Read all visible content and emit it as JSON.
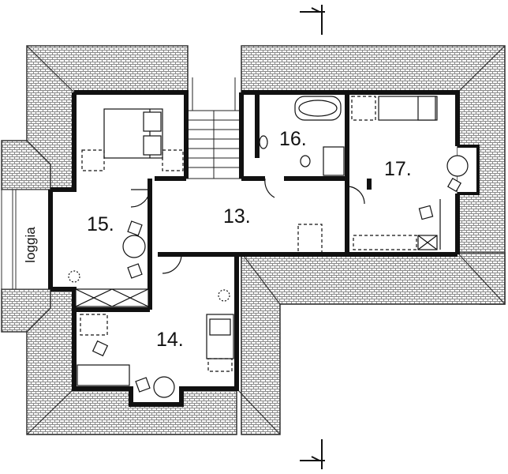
{
  "plan": {
    "rooms": {
      "r13": "13.",
      "r14": "14.",
      "r15": "15.",
      "r16": "16.",
      "r17": "17."
    },
    "loggia": "loggia"
  },
  "colors": {
    "wall": "#111111",
    "roof_tile": "#7a7a7a",
    "background": "#ffffff"
  }
}
